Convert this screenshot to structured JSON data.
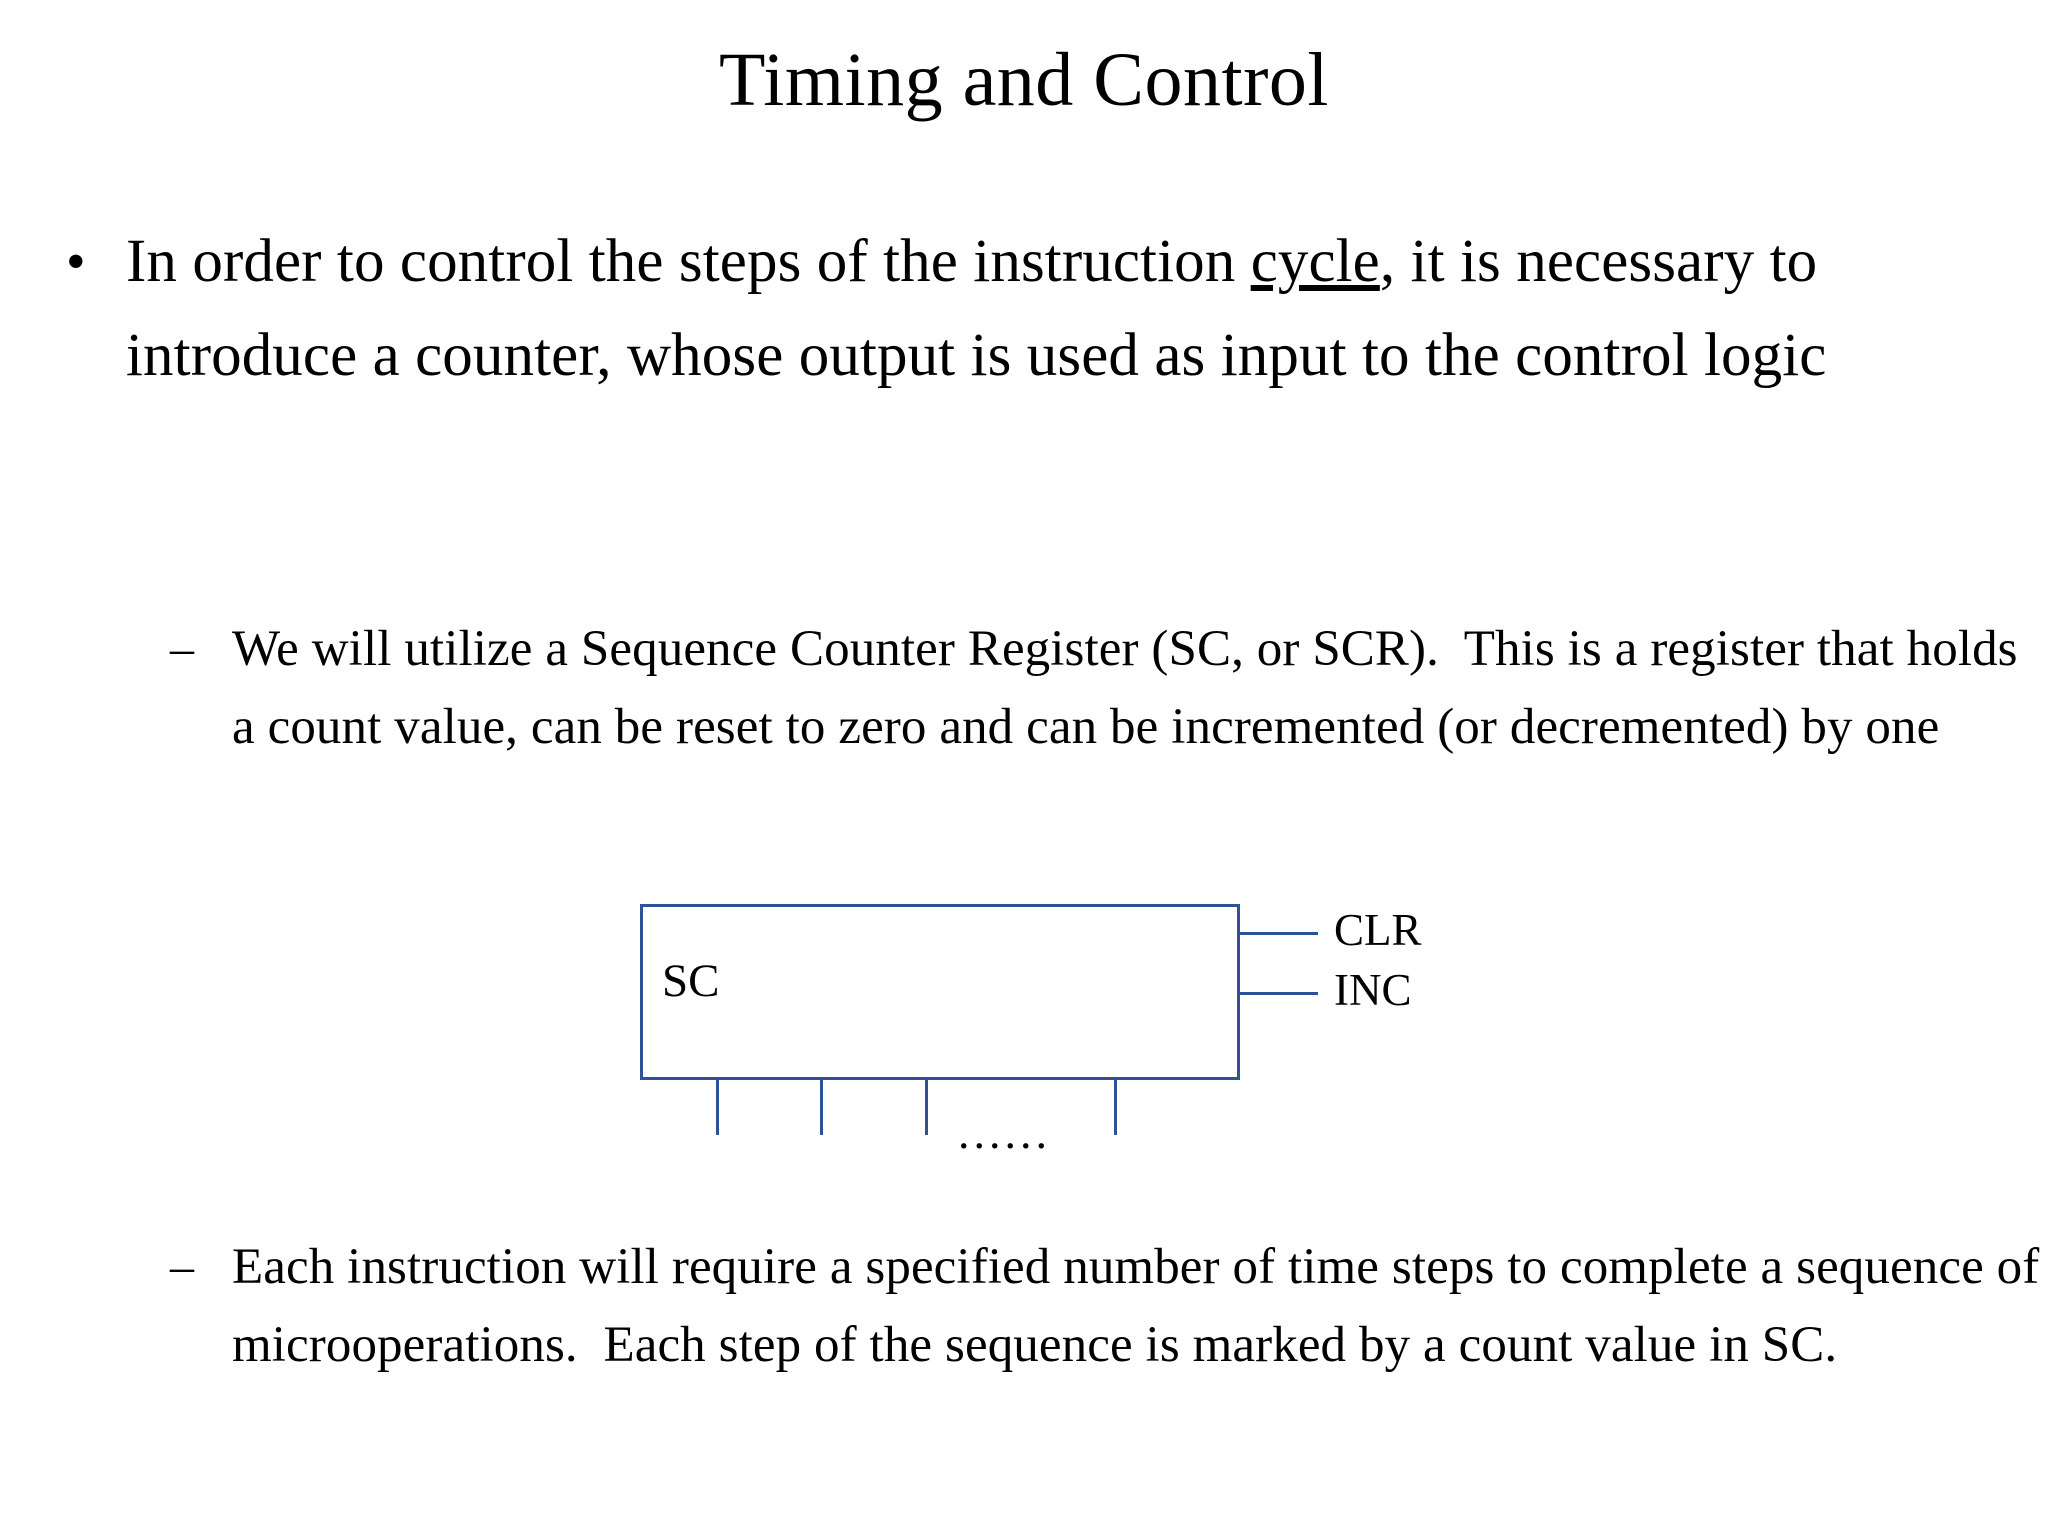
{
  "slide": {
    "title": "Timing and Control",
    "background_color": "#ffffff",
    "text_color": "#000000",
    "accent_color": "#2e5395"
  },
  "bullets": {
    "level1": {
      "marker": "•",
      "text_before_underline": "In order to control the steps of the instruction ",
      "underlined_word": "cycle",
      "text_after_underline": ", it is necessary to introduce a counter, whose output is used as input to the control logic"
    },
    "level2": [
      {
        "marker": "–",
        "text": "We will utilize a Sequence Counter Register (SC, or SCR).  This is a register that holds a count value, can be reset to zero and can be incremented (or decremented) by one"
      },
      {
        "marker": "–",
        "text": "Each instruction will require a specified number of time steps to complete a sequence of microoperations.  Each step of the sequence is marked by a count value in SC."
      }
    ]
  },
  "diagram": {
    "name": "sequence-counter-register-diagram",
    "box_label": "SC",
    "box_border_color": "#2e5395",
    "control_inputs": [
      {
        "label": "CLR"
      },
      {
        "label": "INC"
      }
    ],
    "output_line_count": 4,
    "ellipsis": "......"
  }
}
